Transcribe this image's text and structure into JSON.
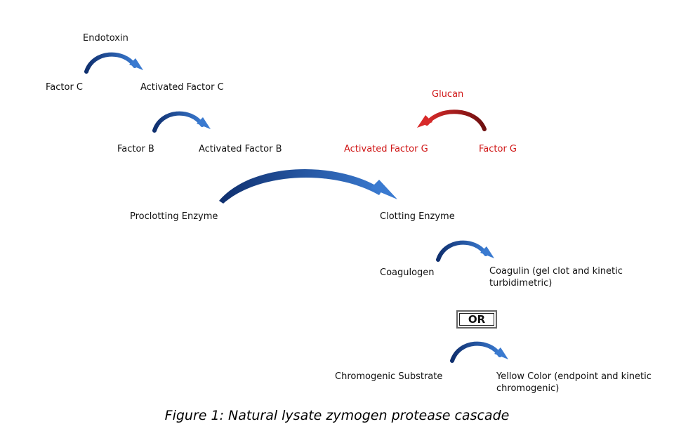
{
  "colors": {
    "text": "#111111",
    "path_blue": "#1a4f9e",
    "path_red": "#c21a1a",
    "red_text": "#d01818"
  },
  "labels": {
    "endotoxin": "Endotoxin",
    "factor_c": "Factor C",
    "activated_factor_c": "Activated Factor C",
    "factor_b": "Factor B",
    "activated_factor_b": "Activated Factor B",
    "glucan": "Glucan",
    "activated_factor_g": "Activated Factor G",
    "factor_g": "Factor G",
    "proclotting_enzyme": "Proclotting Enzyme",
    "clotting_enzyme": "Clotting Enzyme",
    "coagulogen": "Coagulogen",
    "coagulin": "Coagulin (gel clot and kinetic turbidimetric)",
    "or": "OR",
    "chromogenic_substrate": "Chromogenic Substrate",
    "yellow_color": "Yellow Color (endpoint and kinetic chromogenic)"
  },
  "caption": "Figure 1: Natural lysate zymogen protease cascade"
}
